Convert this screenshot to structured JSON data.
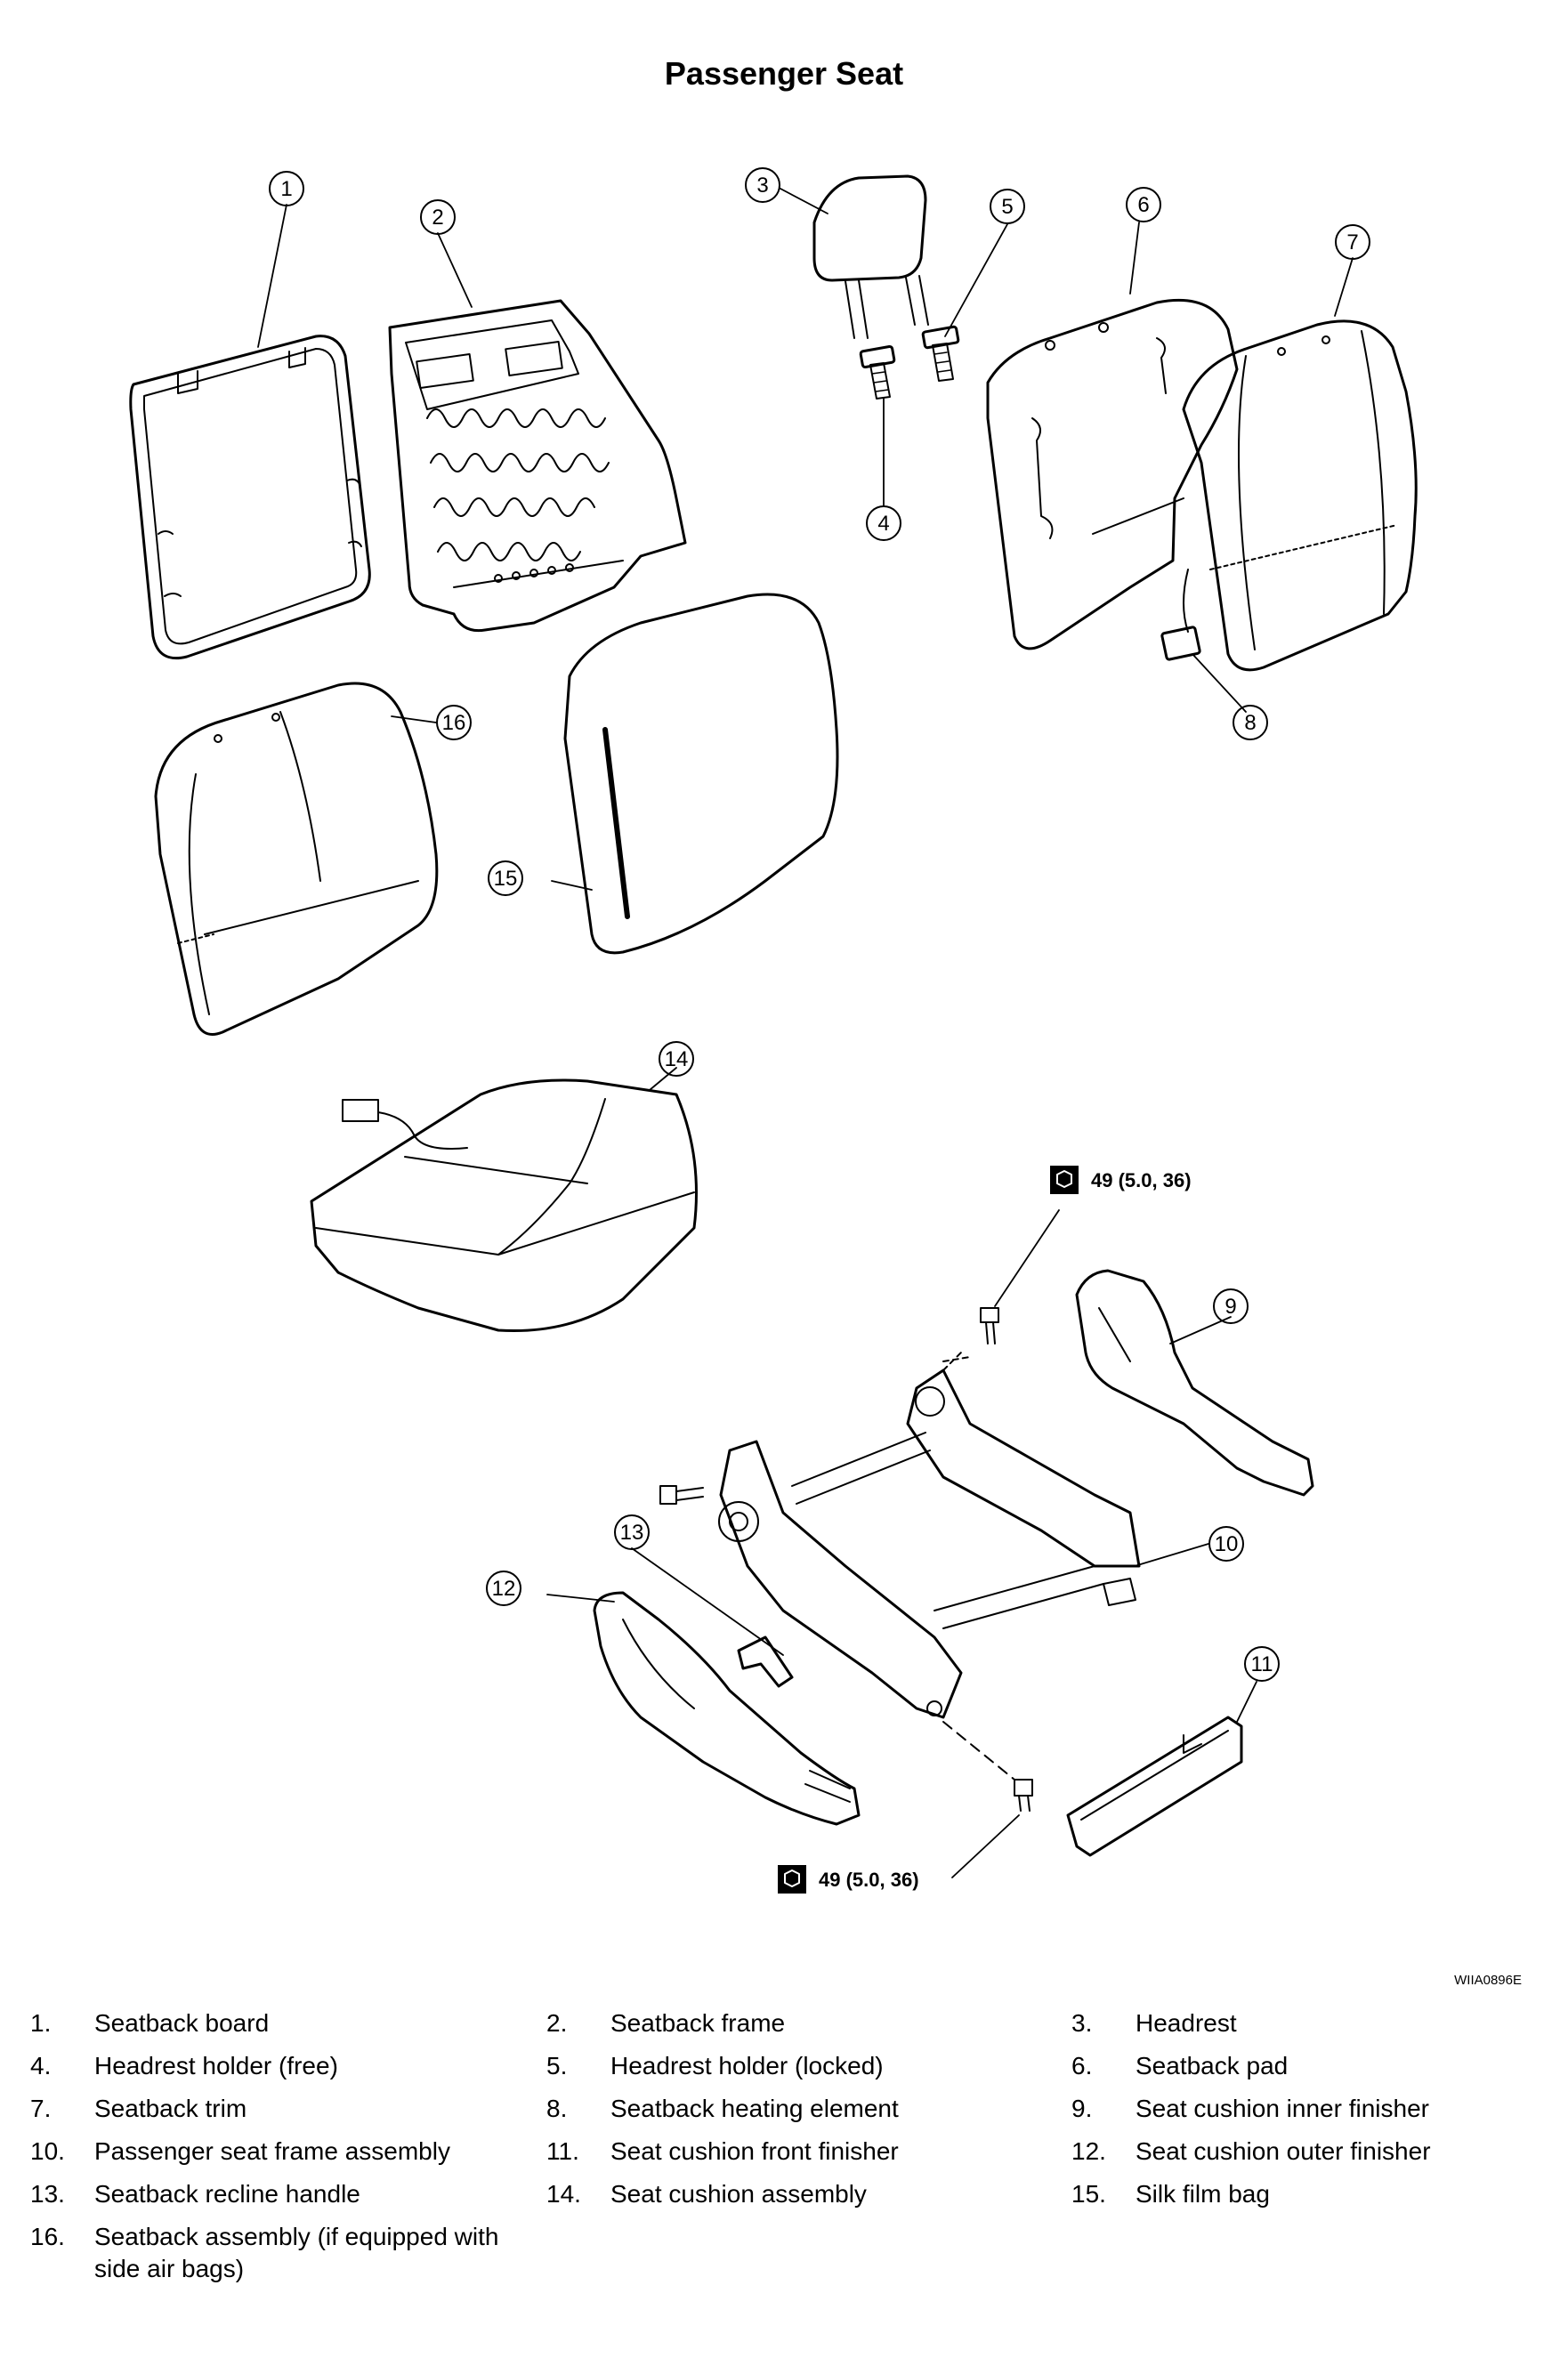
{
  "title": "Passenger Seat",
  "reference_code": "WIIA0896E",
  "torque_spec": "49 (5.0, 36)",
  "torque_icon": "torque-wrench-icon",
  "callouts": [
    "1",
    "2",
    "3",
    "4",
    "5",
    "6",
    "7",
    "8",
    "9",
    "10",
    "11",
    "12",
    "13",
    "14",
    "15",
    "16"
  ],
  "legend": [
    {
      "num": "1.",
      "label": "Seatback board"
    },
    {
      "num": "2.",
      "label": "Seatback frame"
    },
    {
      "num": "3.",
      "label": "Headrest"
    },
    {
      "num": "4.",
      "label": "Headrest holder (free)"
    },
    {
      "num": "5.",
      "label": "Headrest holder (locked)"
    },
    {
      "num": "6.",
      "label": "Seatback pad"
    },
    {
      "num": "7.",
      "label": "Seatback trim"
    },
    {
      "num": "8.",
      "label": "Seatback heating element"
    },
    {
      "num": "9.",
      "label": "Seat cushion inner finisher"
    },
    {
      "num": "10.",
      "label": "Passenger seat frame assembly"
    },
    {
      "num": "11.",
      "label": "Seat cushion front finisher"
    },
    {
      "num": "12.",
      "label": "Seat cushion outer finisher"
    },
    {
      "num": "13.",
      "label": "Seatback recline handle"
    },
    {
      "num": "14.",
      "label": "Seat cushion assembly"
    },
    {
      "num": "15.",
      "label": "Silk film bag"
    },
    {
      "num": "16.",
      "label": "Seatback assembly (if equipped with side air bags)"
    }
  ]
}
